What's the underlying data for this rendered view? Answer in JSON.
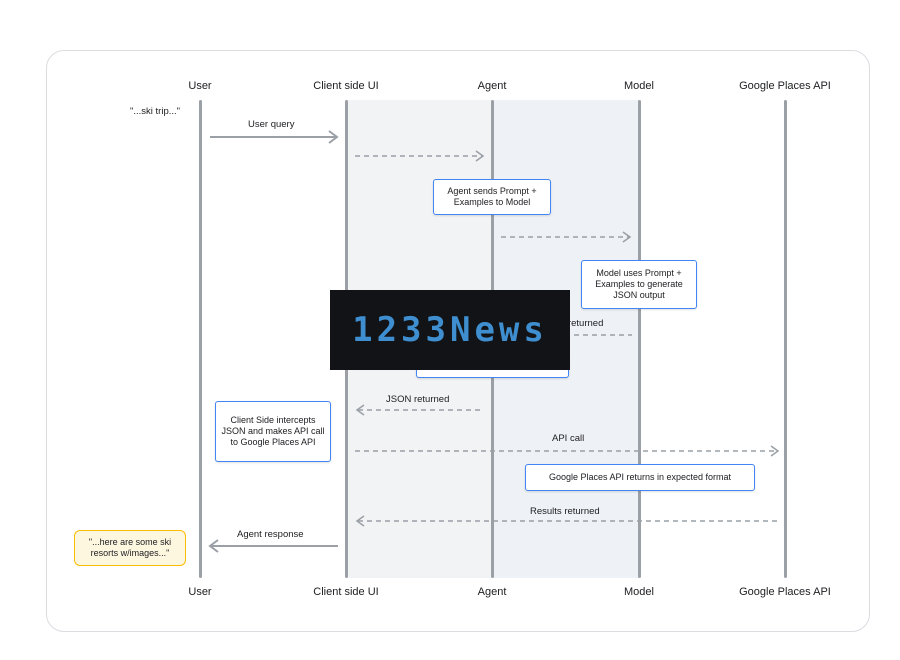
{
  "actors": [
    "User",
    "Client side UI",
    "Agent",
    "Model",
    "Google Places API"
  ],
  "user_query_quote": "\"...ski trip...\"",
  "messages": {
    "user_query": "User query",
    "json_returned_model": "JSON returned",
    "json_returned_agent": "JSON returned",
    "api_call": "API call",
    "results_returned": "Results returned",
    "agent_response": "Agent response"
  },
  "boxes": {
    "agent_sends_prompt": "Agent sends Prompt + Examples to Model",
    "model_uses_prompt": "Model uses Prompt + Examples to generate JSON output",
    "client_side_intercepts": "Client Side intercepts JSON and makes API call to Google Places API",
    "places_returns": "Google Places API returns in expected format"
  },
  "response_note": "\"...here are some ski resorts w/images...\"",
  "watermark": "1233News",
  "colors": {
    "accent_blue": "#4285f4",
    "note_yellow": "#fbbc04",
    "lifeline_gray": "#9aa0a6",
    "band_gray": "#f1f3f4"
  }
}
